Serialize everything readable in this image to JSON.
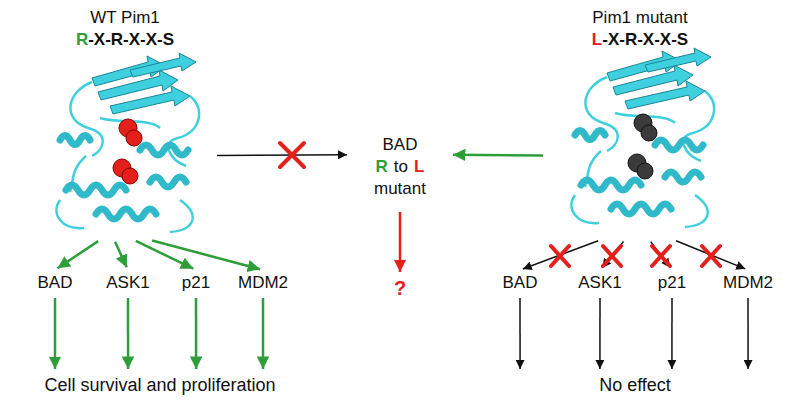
{
  "diagram": {
    "nodes": [
      {
        "text": [
          "WT Pim1",
          "R",
          "-X-R-X-X-S"
        ]
      },
      {
        "text": [
          "BAD",
          "R",
          "to",
          "L",
          "mutant"
        ]
      },
      {
        "text": [
          "Pim1 mutant",
          "L",
          "-X-R-X-X-S"
        ]
      },
      {
        "text": [
          "?"
        ]
      },
      {
        "text": [
          "BAD"
        ]
      },
      {
        "text": [
          "ASK1"
        ]
      },
      {
        "text": [
          "p21"
        ]
      },
      {
        "text": [
          "MDM2"
        ]
      },
      {
        "text": [
          "BAD"
        ]
      },
      {
        "text": [
          "ASK1"
        ]
      },
      {
        "text": [
          "p21"
        ]
      },
      {
        "text": [
          "MDM2"
        ]
      },
      {
        "text": [
          "Cell survival and proliferation"
        ]
      },
      {
        "text": [
          "No effect"
        ]
      }
    ],
    "edges": [
      {
        "from": 0,
        "to": 1,
        "arrow": "to"
      },
      {
        "from": 2,
        "to": 1,
        "arrow": "to"
      },
      {
        "from": 1,
        "to": 3,
        "arrow": "to"
      },
      {
        "from": 0,
        "to": 4,
        "arrow": "to"
      },
      {
        "from": 0,
        "to": 5,
        "arrow": "to"
      },
      {
        "from": 0,
        "to": 6,
        "arrow": "to"
      },
      {
        "from": 0,
        "to": 7,
        "arrow": "to"
      },
      {
        "from": 4,
        "to": 12,
        "arrow": "to"
      },
      {
        "from": 5,
        "to": 12,
        "arrow": "to"
      },
      {
        "from": 6,
        "to": 12,
        "arrow": "to"
      },
      {
        "from": 7,
        "to": 12,
        "arrow": "to"
      },
      {
        "from": 2,
        "to": 8,
        "arrow": "to"
      },
      {
        "from": 2,
        "to": 9,
        "arrow": "to"
      },
      {
        "from": 2,
        "to": 10,
        "arrow": "to"
      },
      {
        "from": 2,
        "to": 11,
        "arrow": "to"
      },
      {
        "from": 8,
        "to": 13,
        "arrow": "to"
      },
      {
        "from": 9,
        "to": 13,
        "arrow": "to"
      },
      {
        "from": 10,
        "to": 13,
        "arrow": "to"
      },
      {
        "from": 11,
        "to": 13,
        "arrow": "to"
      }
    ]
  }
}
